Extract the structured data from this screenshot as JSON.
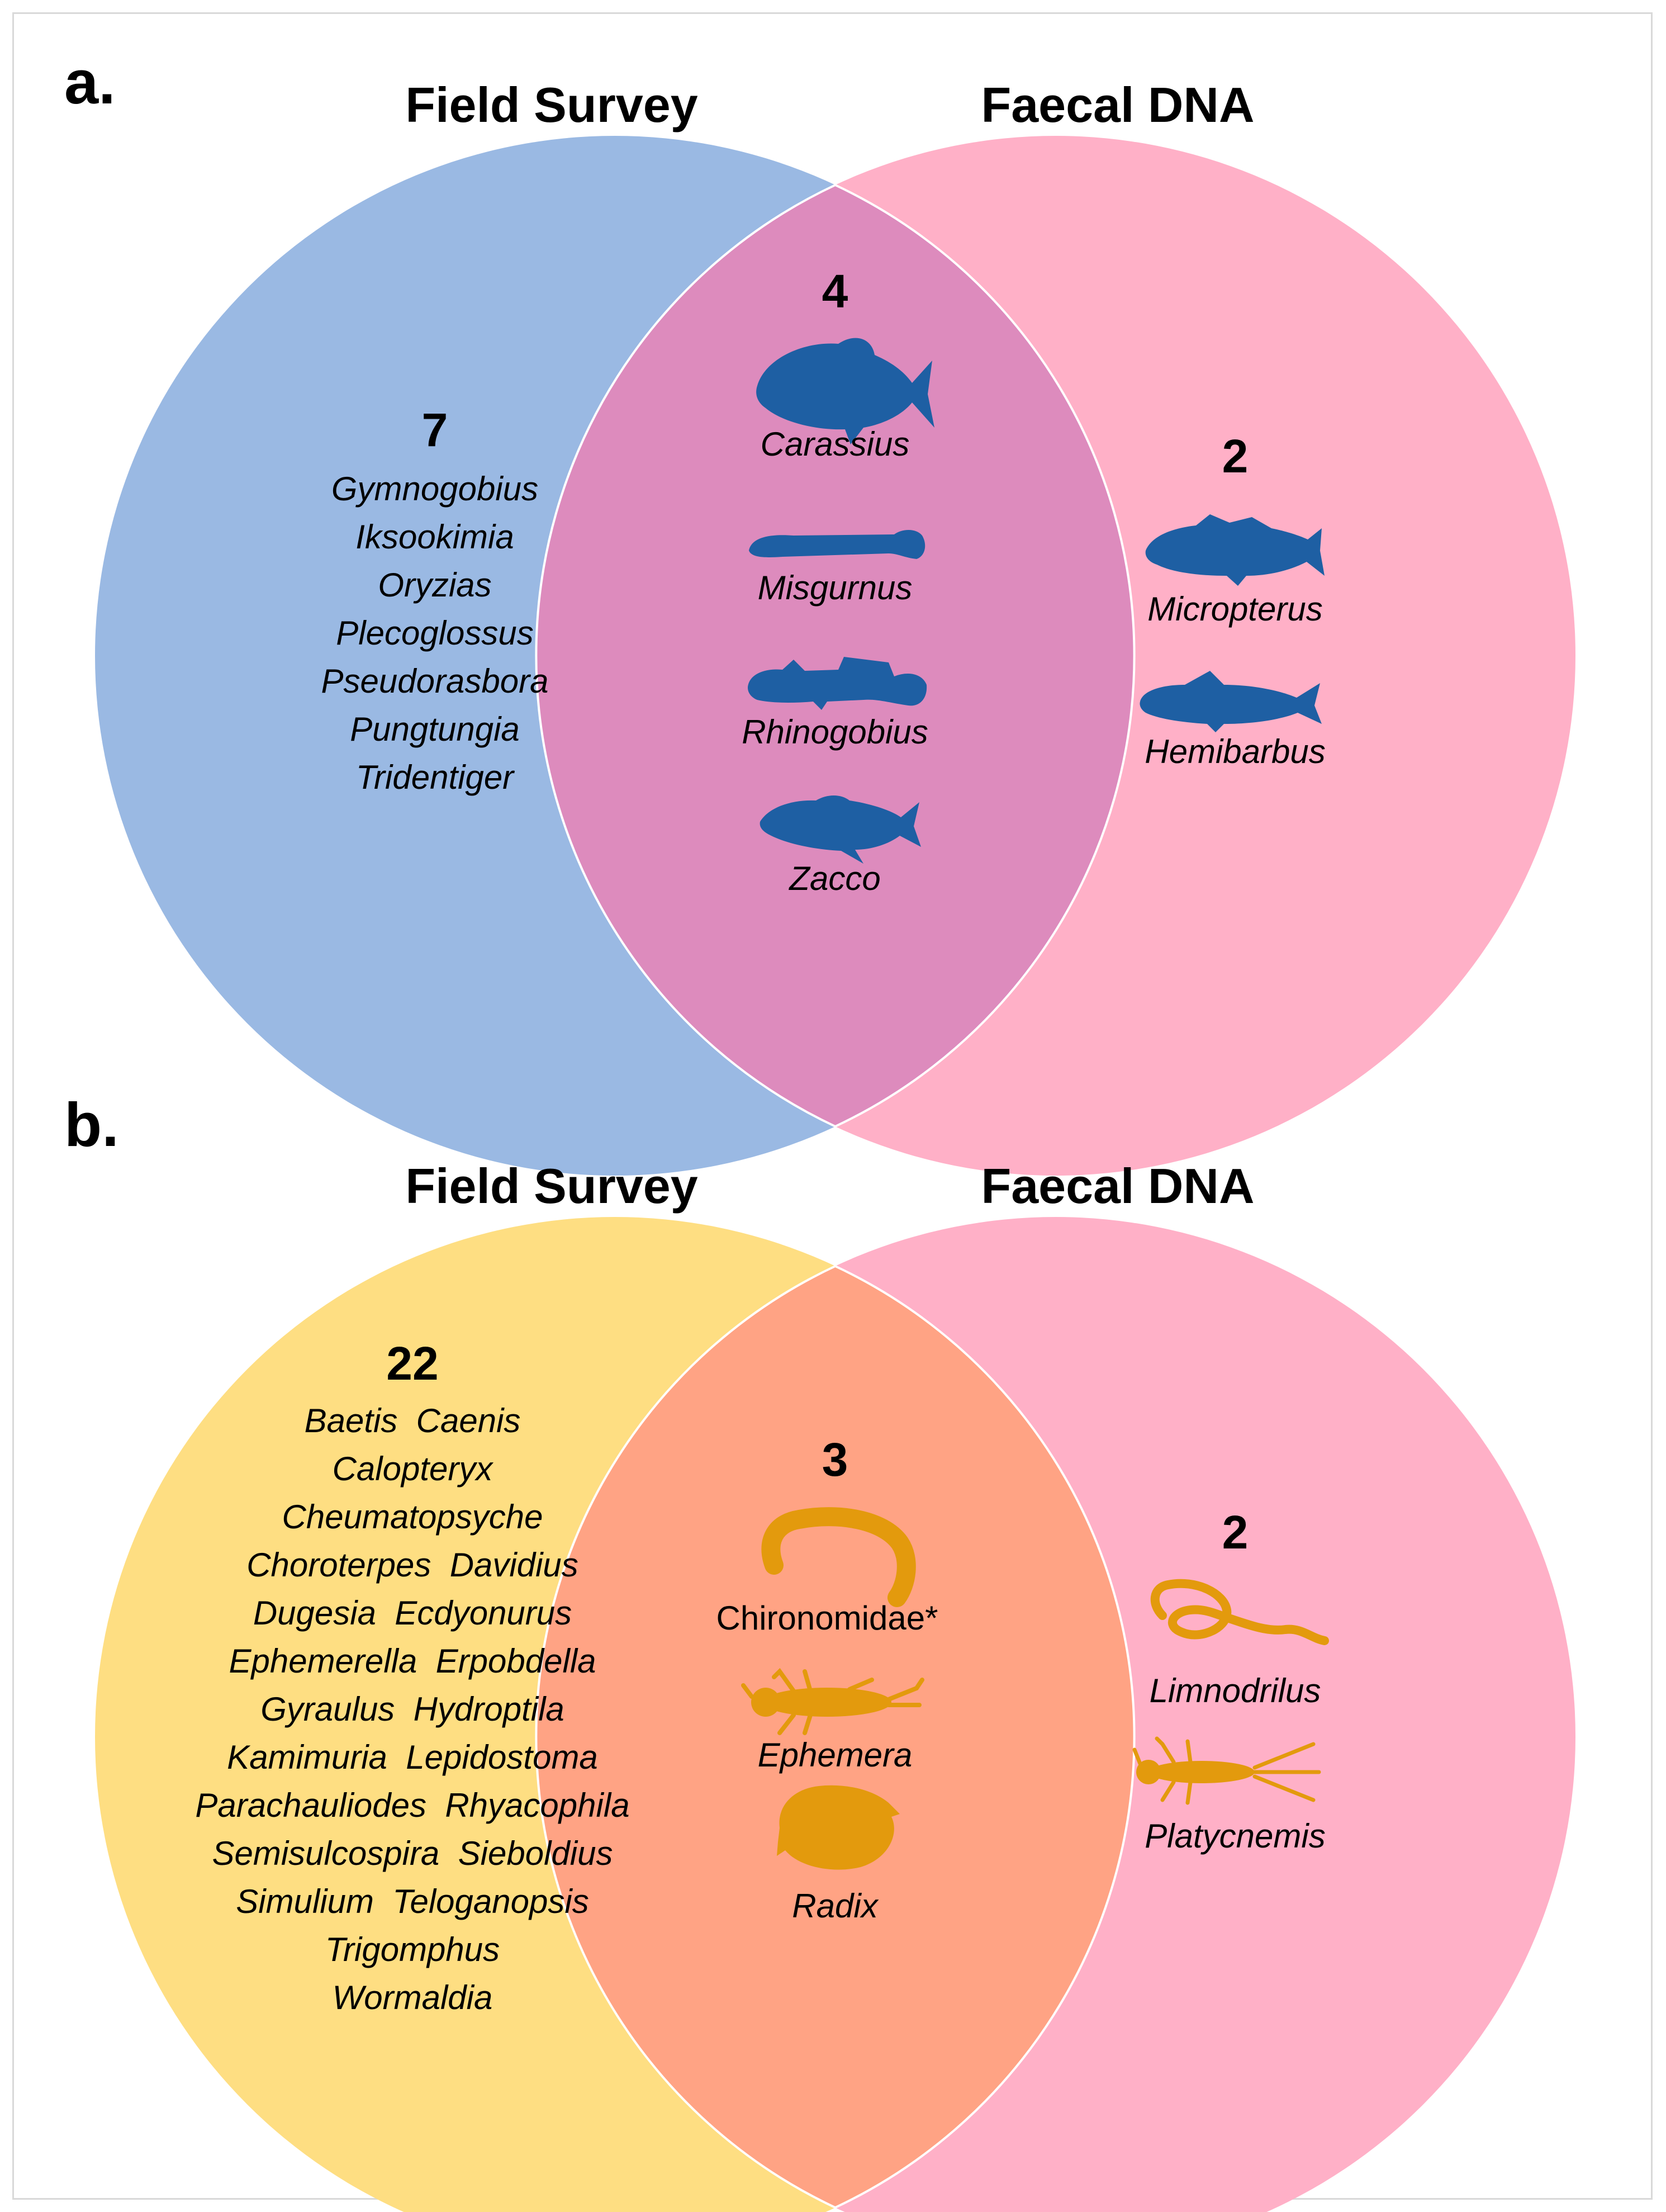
{
  "panels": [
    {
      "label": "a.",
      "left_title": "Field Survey",
      "right_title": "Faecal DNA",
      "colors": {
        "left": "#9ab9e3",
        "right": "#ffb0c7",
        "overlap": "#dd8bbd",
        "icon": "#1e5fa3"
      },
      "left_only": {
        "count": "7",
        "taxa": [
          "Gymnogobius",
          "Iksookimia",
          "Oryzias",
          "Plecoglossus",
          "Pseudorasbora",
          "Pungtungia",
          "Tridentiger"
        ]
      },
      "shared": {
        "count": "4",
        "taxa": [
          {
            "name": "Carassius",
            "icon": "carassius-fish-icon"
          },
          {
            "name": "Misgurnus",
            "icon": "misgurnus-loach-icon"
          },
          {
            "name": "Rhinogobius",
            "icon": "rhinogobius-goby-icon"
          },
          {
            "name": "Zacco",
            "icon": "zacco-fish-icon"
          }
        ]
      },
      "right_only": {
        "count": "2",
        "taxa": [
          {
            "name": "Micropterus",
            "icon": "micropterus-bass-icon"
          },
          {
            "name": "Hemibarbus",
            "icon": "hemibarbus-fish-icon"
          }
        ]
      }
    },
    {
      "label": "b.",
      "left_title": "Field Survey",
      "right_title": "Faecal DNA",
      "colors": {
        "left": "#fede82",
        "right": "#ffb0c7",
        "overlap": "#ffa384",
        "icon": "#e39a0d"
      },
      "left_only": {
        "count": "22",
        "taxa_lines": [
          "Baetis  Caenis",
          "Calopteryx",
          "Cheumatopsyche",
          "Choroterpes  Davidius",
          "Dugesia  Ecdyonurus",
          "Ephemerella  Erpobdella",
          "Gyraulus  Hydroptila",
          "Kamimuria  Lepidostoma",
          "Parachauliodes  Rhyacophila",
          "Semisulcospira  Sieboldius",
          "Simulium  Teloganopsis",
          "Trigomphus",
          "Wormaldia"
        ]
      },
      "shared": {
        "count": "3",
        "taxa": [
          {
            "name": "Chironomidae*",
            "icon": "chironomid-larva-icon"
          },
          {
            "name": "Ephemera",
            "icon": "mayfly-nymph-icon"
          },
          {
            "name": "Radix",
            "icon": "snail-icon"
          }
        ]
      },
      "right_only": {
        "count": "2",
        "taxa": [
          {
            "name": "Limnodrilus",
            "icon": "worm-icon"
          },
          {
            "name": "Platycnemis",
            "icon": "damselfly-nymph-icon"
          }
        ]
      }
    }
  ]
}
